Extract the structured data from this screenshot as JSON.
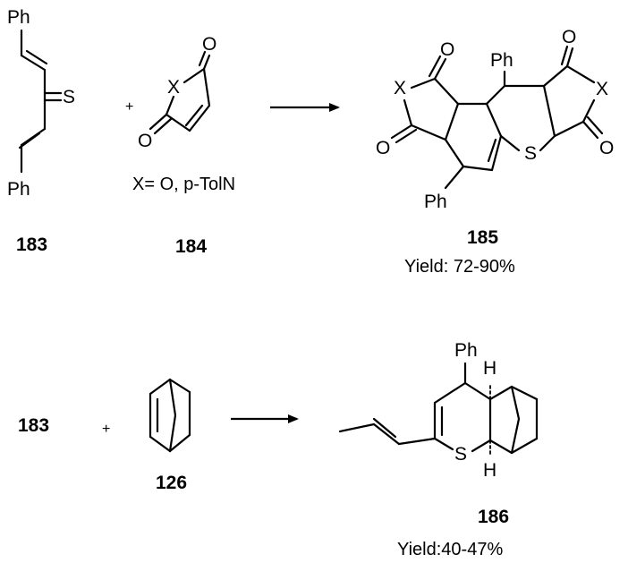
{
  "labels": {
    "ph": "Ph",
    "s": "S",
    "o": "O",
    "x": "X",
    "h": "H",
    "plus": "+"
  },
  "reaction1": {
    "reactant1_id": "183",
    "reactant2_id": "184",
    "reactant2_condition": "X= O, p-TolN",
    "product_id": "185",
    "product_yield": "Yield: 72-90%"
  },
  "reaction2": {
    "reactant1_id": "183",
    "reactant2_id": "126",
    "product_id": "186",
    "product_yield": "Yield:40-47%"
  }
}
